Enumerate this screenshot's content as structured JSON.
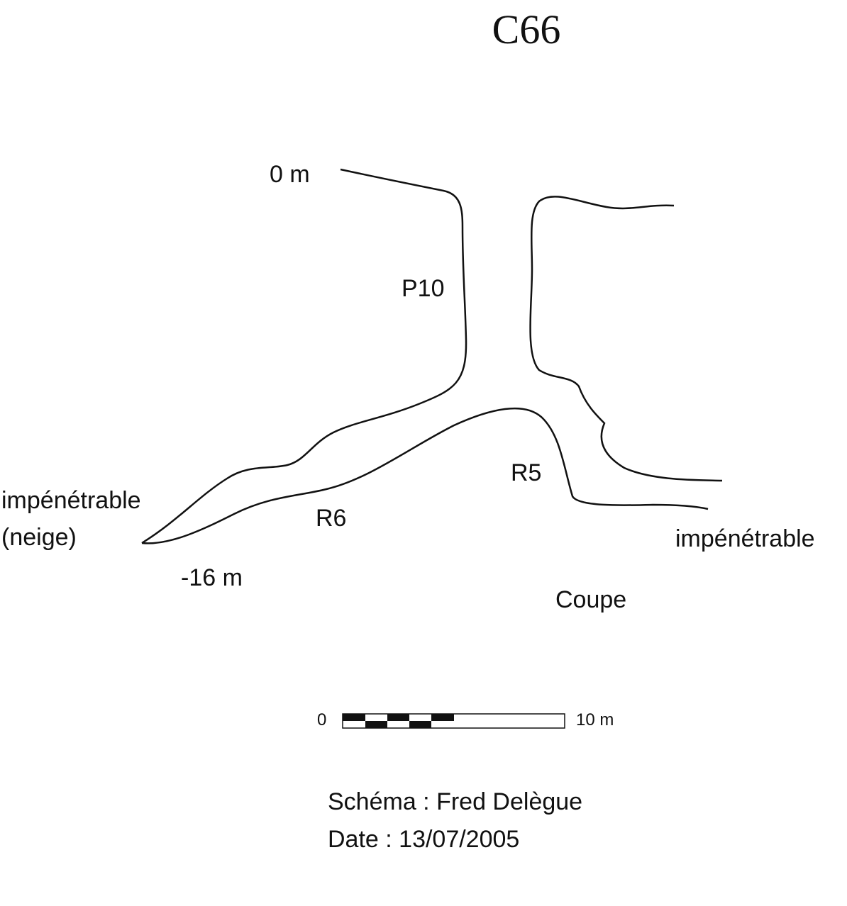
{
  "diagram": {
    "title": "C66",
    "labels": {
      "top_depth": "0 m",
      "pitch": "P10",
      "ramp_right": "R5",
      "ramp_left": "R6",
      "bottom_depth": "-16 m",
      "left_end_1": "impénétrable",
      "left_end_2": "(neige)",
      "right_end": "impénétrable",
      "view_type": "Coupe"
    },
    "scale": {
      "start_label": "0",
      "end_label": "10 m"
    },
    "credits": {
      "author": "Schéma : Fred Delègue",
      "date": "Date : 13/07/2005"
    },
    "colors": {
      "ink": "#111111",
      "background": "#ffffff"
    }
  }
}
